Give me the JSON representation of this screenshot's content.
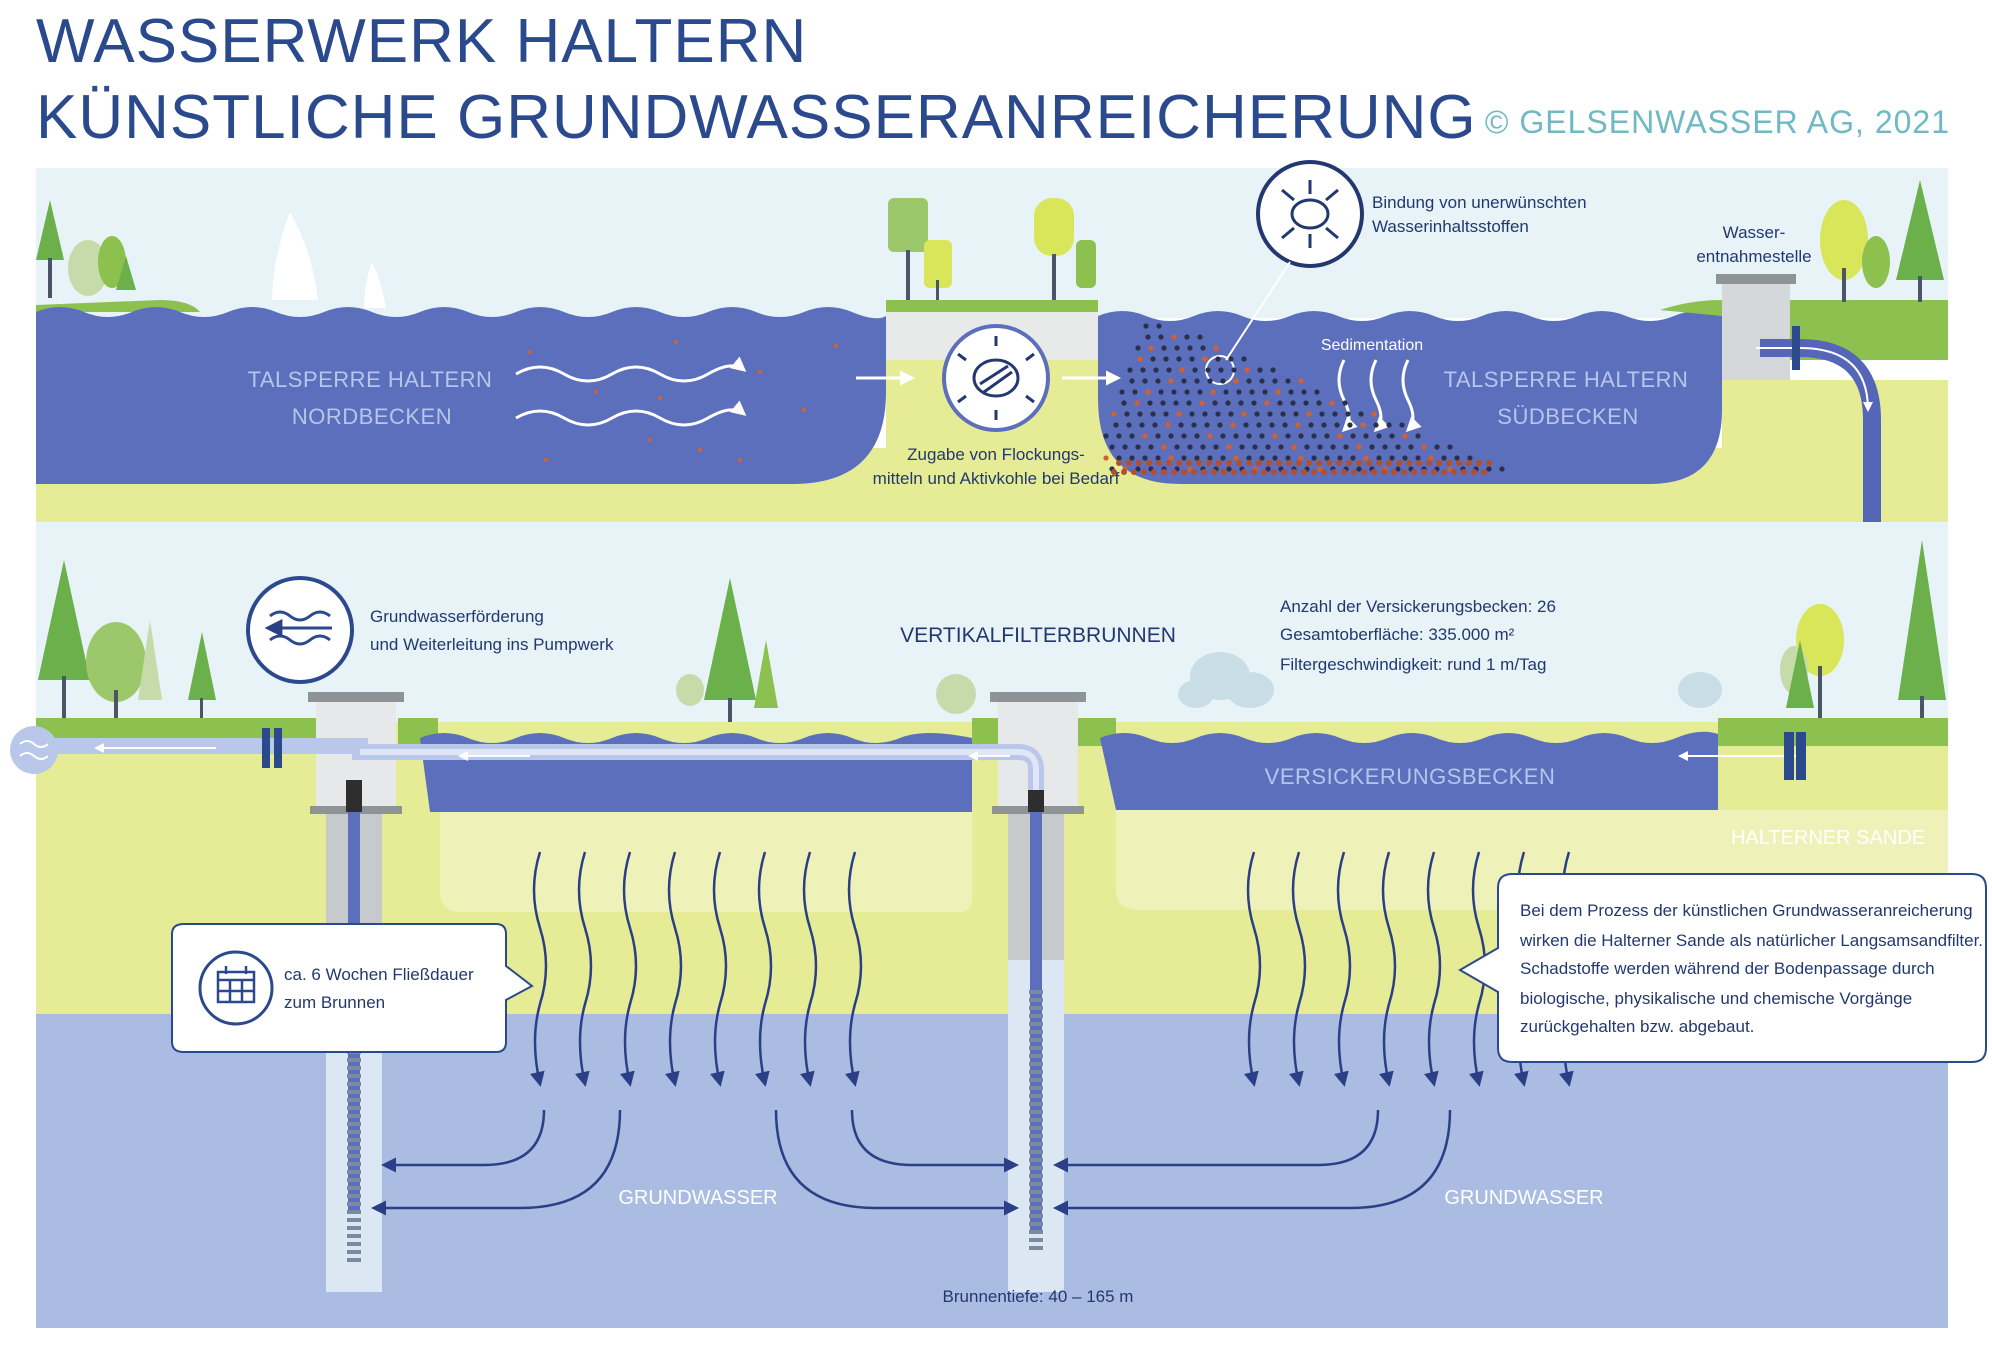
{
  "header": {
    "title_line1": "WASSERWERK HALTERN",
    "title_line2": "KÜNSTLICHE GRUNDWASSERANREICHERUNG",
    "copyright": "© GELSENWASSER AG, 2021"
  },
  "colors": {
    "title": "#2b4a8e",
    "copyright": "#6fb9c4",
    "water": "#5b6fbd",
    "sand": "#e6ec96",
    "groundwater": "#aabce2",
    "sky": "#e7f3f6",
    "grass": "#8cc04f",
    "pipe": "#5566b8"
  },
  "top_section": {
    "north_basin": [
      "TALSPERRE HALTERN",
      "NORDBECKEN"
    ],
    "south_basin": [
      "TALSPERRE HALTERN",
      "SÜDBECKEN"
    ],
    "flocculant": [
      "Zugabe von Flockungs-",
      "mitteln und Aktivkohle bei Bedarf"
    ],
    "binding": [
      "Bindung von unerwünschten",
      "Wasserinhaltsstoffen"
    ],
    "sedimentation": "Sedimentation",
    "intake": [
      "Wasser-",
      "entnahmestelle"
    ]
  },
  "bottom_section": {
    "pumping": [
      "Grundwasserförderung",
      "und Weiterleitung ins Pumpwerk"
    ],
    "well_title": "VERTIKALFILTERBRUNNEN",
    "stats": [
      "Anzahl der Versickerungsbecken: 26",
      "Gesamtoberfläche: 335.000 m²",
      "Filtergeschwindigkeit: rund 1 m/Tag"
    ],
    "infiltration_basin": "VERSICKERUNGSBECKEN",
    "sands": "HALTERNER SANDE",
    "flow_time": [
      "ca. 6 Wochen Fließdauer",
      "zum Brunnen"
    ],
    "process_info": [
      "Bei dem Prozess der künstlichen Grundwasseranreicherung",
      "wirken die Halterner Sande als natürlicher Langsamsandfilter.",
      "Schadstoffe werden während der Bodenpassage durch",
      "biologische, physikalische und chemische Vorgänge",
      "zurückgehalten bzw. abgebaut."
    ],
    "groundwater_left": "GRUNDWASSER",
    "groundwater_right": "GRUNDWASSER",
    "well_depth": "Brunnentiefe: 40 – 165 m"
  }
}
